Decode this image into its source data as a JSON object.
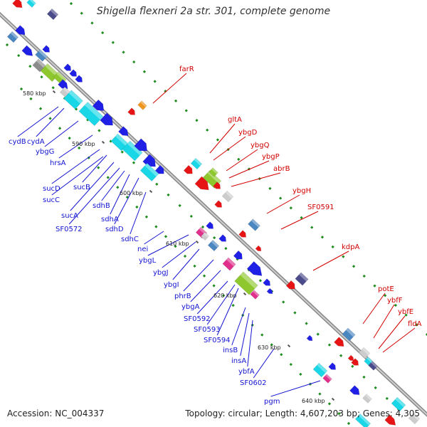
{
  "title": "Shigella flexneri 2a str. 301, complete genome",
  "footer": {
    "accession": "Accession: NC_004337",
    "summary": "Topology: circular; Length: 4,607,203 bp; Genes: 4,305"
  },
  "ticks": [
    "580 kbp",
    "590 kbp",
    "600 kbp",
    "610 kbp",
    "620 kbp",
    "630 kbp",
    "640 kbp"
  ],
  "genes_blue": [
    "cydB",
    "cydA",
    "ybgG",
    "hrsA",
    "sucD",
    "sucB",
    "sucC",
    "sucA",
    "sdhB",
    "SF0572",
    "sdhA",
    "sdhD",
    "sdhC",
    "nei",
    "ybgL",
    "ybgJ",
    "ybgI",
    "phrB",
    "ybgA",
    "SF0592",
    "SF0593",
    "SF0594",
    "insB",
    "insA",
    "ybfA",
    "SF0602",
    "pgm"
  ],
  "genes_red": [
    "farR",
    "gltA",
    "ybgD",
    "ybgQ",
    "ybgP",
    "abrB",
    "ybgH",
    "SF0591",
    "kdpA",
    "potE",
    "ybfF",
    "ybfE",
    "fldA"
  ],
  "colors": {
    "blue_label": "#1414d2",
    "red_label": "#d20000",
    "gene_blue": "#1f1fe6",
    "gene_cyan": "#19d7e6",
    "gene_red": "#e61414",
    "gene_green": "#8ec82e",
    "gene_steel": "#4a86c0",
    "gene_magenta": "#e0308c",
    "gene_purple": "#4b4b8c",
    "gene_orange": "#f0961e",
    "gene_gray": "#8c8c8c",
    "gene_light": "#cccccc",
    "backbone": "#999999",
    "dots": "#1e8c1e"
  }
}
